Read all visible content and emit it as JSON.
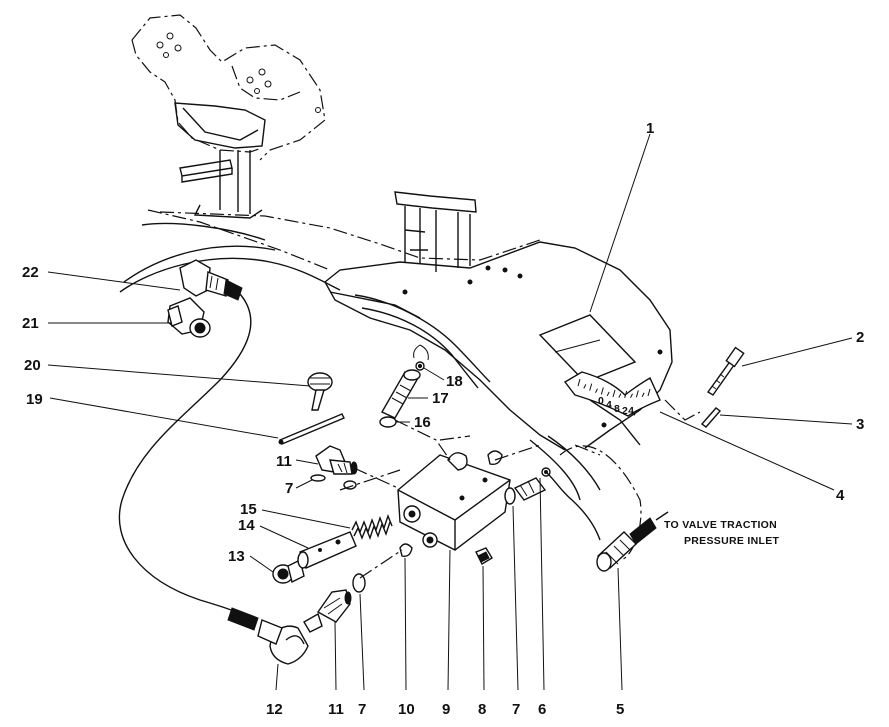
{
  "callouts": [
    {
      "id": "1",
      "label": "1"
    },
    {
      "id": "2",
      "label": "2"
    },
    {
      "id": "3",
      "label": "3"
    },
    {
      "id": "4",
      "label": "4"
    },
    {
      "id": "5",
      "label": "5"
    },
    {
      "id": "6",
      "label": "6"
    },
    {
      "id": "7a",
      "label": "7"
    },
    {
      "id": "8",
      "label": "8"
    },
    {
      "id": "9",
      "label": "9"
    },
    {
      "id": "10",
      "label": "10"
    },
    {
      "id": "7b",
      "label": "7"
    },
    {
      "id": "11a",
      "label": "11"
    },
    {
      "id": "12",
      "label": "12"
    },
    {
      "id": "13",
      "label": "13"
    },
    {
      "id": "14",
      "label": "14"
    },
    {
      "id": "15",
      "label": "15"
    },
    {
      "id": "7c",
      "label": "7"
    },
    {
      "id": "11b",
      "label": "11"
    },
    {
      "id": "16",
      "label": "16"
    },
    {
      "id": "17",
      "label": "17"
    },
    {
      "id": "18",
      "label": "18"
    },
    {
      "id": "19",
      "label": "19"
    },
    {
      "id": "20",
      "label": "20"
    },
    {
      "id": "21",
      "label": "21"
    },
    {
      "id": "22",
      "label": "22"
    }
  ],
  "annotation": {
    "line1": "TO VALVE TRACTION",
    "line2": "PRESSURE INLET"
  },
  "dial_scale": {
    "ticks": [
      "0",
      "4",
      "8",
      "12",
      "16",
      "20",
      "24"
    ]
  }
}
